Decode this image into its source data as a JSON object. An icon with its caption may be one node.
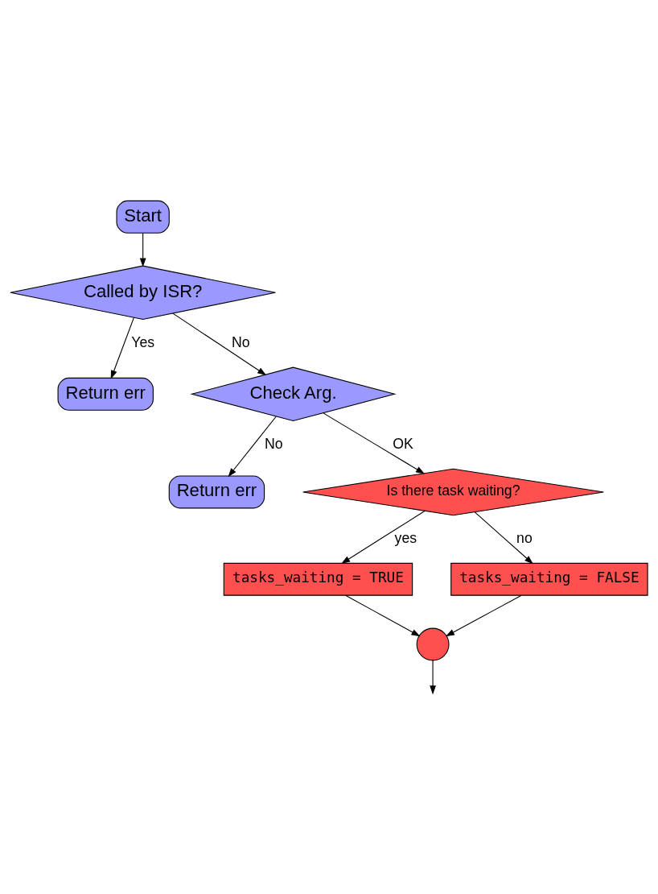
{
  "diagram": {
    "nodes": [
      {
        "text": [
          "Start"
        ]
      },
      {
        "text": [
          "Called by ISR?"
        ]
      },
      {
        "text": [
          "Return err"
        ]
      },
      {
        "text": [
          "Check Arg."
        ]
      },
      {
        "text": [
          "Return err"
        ]
      },
      {
        "text": [
          "Is there task waiting?"
        ]
      },
      {
        "text": [
          "tasks_waiting = TRUE"
        ]
      },
      {
        "text": [
          "tasks_waiting = FALSE"
        ]
      },
      {
        "text": [],
        "shape": "circle"
      }
    ],
    "edges": [
      {
        "from": 0,
        "to": 1,
        "arrow": "to"
      },
      {
        "from": 1,
        "to": 2,
        "arrow": "to",
        "label": "Yes"
      },
      {
        "from": 1,
        "to": 3,
        "arrow": "to",
        "label": "No"
      },
      {
        "from": 3,
        "to": 4,
        "arrow": "to",
        "label": "No"
      },
      {
        "from": 3,
        "to": 5,
        "arrow": "to",
        "label": "OK"
      },
      {
        "from": 5,
        "to": 6,
        "arrow": "to",
        "label": "yes"
      },
      {
        "from": 5,
        "to": 7,
        "arrow": "to",
        "label": "no"
      },
      {
        "from": 6,
        "to": 8,
        "arrow": "to"
      },
      {
        "from": 7,
        "to": 8,
        "arrow": "to"
      },
      {
        "from": 8,
        "to": null,
        "arrow": "to"
      }
    ]
  }
}
